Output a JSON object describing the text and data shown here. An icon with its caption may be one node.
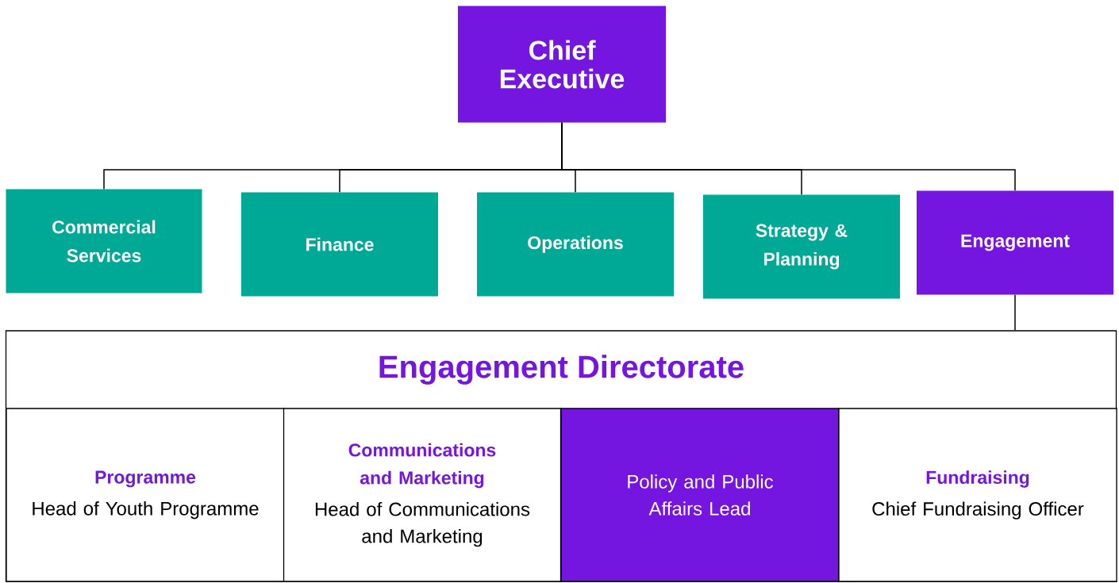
{
  "diagram": {
    "nodes": [
      {
        "text": [
          "Chief Executive"
        ]
      },
      {
        "text": [
          "Commercial Services"
        ]
      },
      {
        "text": [
          "Finance"
        ]
      },
      {
        "text": [
          "Operations"
        ]
      },
      {
        "text": [
          "Strategy & Planning"
        ]
      },
      {
        "text": [
          "Engagement"
        ]
      },
      {
        "text": [
          "Engagement Directorate"
        ]
      },
      {
        "text": [
          "Programme",
          "Head of Youth Programme"
        ],
        "in": 6
      },
      {
        "text": [
          "Communications and Marketing",
          "Head of Communications and Marketing"
        ],
        "in": 6
      },
      {
        "text": [
          "Policy and Public Affairs Lead"
        ],
        "in": 6
      },
      {
        "text": [
          "Fundraising",
          "Chief Fundraising Officer"
        ],
        "in": 6
      }
    ],
    "edges": [
      {
        "from": 0,
        "to": 1,
        "arrow": "none"
      },
      {
        "from": 0,
        "to": 2,
        "arrow": "none"
      },
      {
        "from": 0,
        "to": 3,
        "arrow": "none"
      },
      {
        "from": 0,
        "to": 4,
        "arrow": "none"
      },
      {
        "from": 0,
        "to": 5,
        "arrow": "none"
      },
      {
        "from": 5,
        "to": 6,
        "arrow": "none"
      }
    ]
  }
}
